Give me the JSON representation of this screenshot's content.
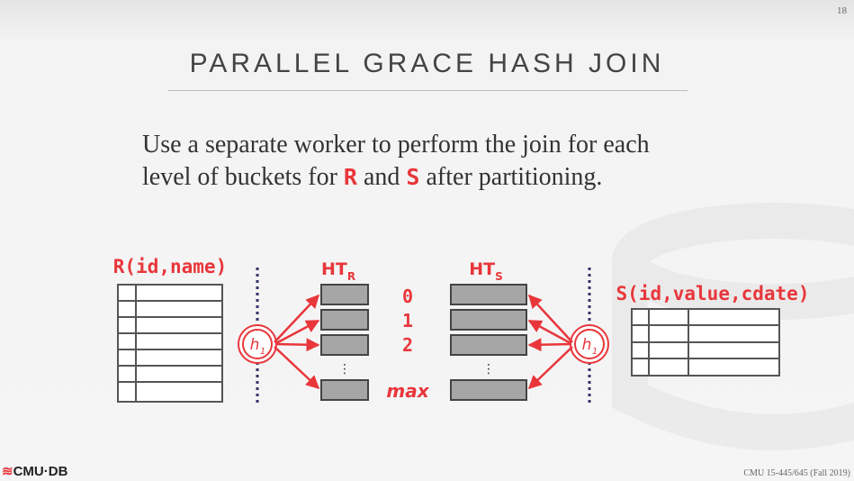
{
  "slide": {
    "number": "18",
    "title": "PARALLEL GRACE HASH JOIN",
    "body_line1": "Use a separate worker to perform the join for each",
    "body_line2_a": "level of buckets for ",
    "body_R": "R",
    "body_line2_b": " and ",
    "body_S": "S",
    "body_line2_c": " after partitioning.",
    "footer": "CMU 15-445/645 (Fall 2019)",
    "logo_text": "CMU·DB"
  },
  "diagram": {
    "table_r_label": "R(id,name)",
    "table_s_label": "S(id,value,cdate)",
    "ht_r_label": "HT",
    "ht_r_sub": "R",
    "ht_s_label": "HT",
    "ht_s_sub": "S",
    "bucket_labels": [
      "0",
      "1",
      "2",
      "max"
    ],
    "ellipsis": "⋮",
    "hash_fn": "h",
    "hash_sub": "1",
    "accent_color": "#e8363b"
  }
}
